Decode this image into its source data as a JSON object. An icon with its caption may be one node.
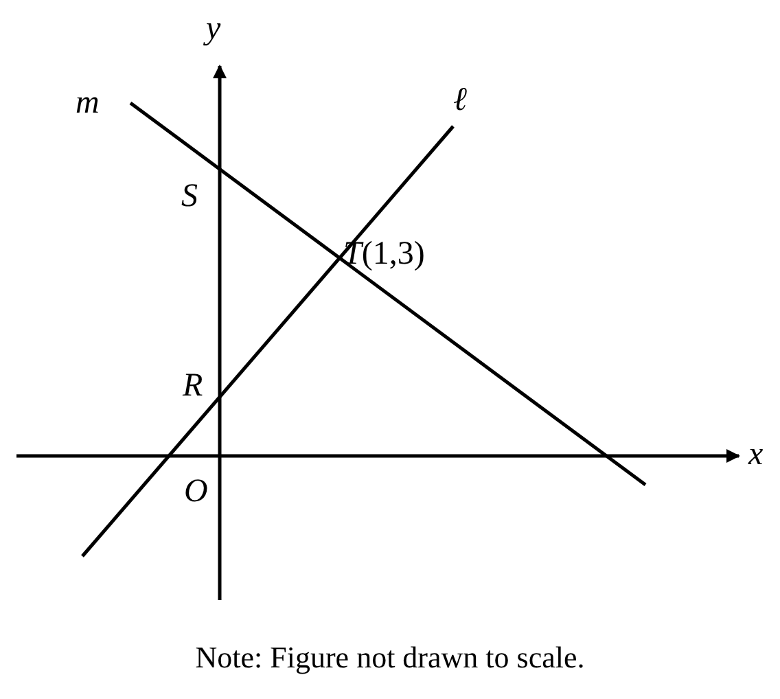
{
  "diagram": {
    "caption": "Note: Figure not drawn to scale.",
    "labels": [
      "y",
      "m",
      "ℓ",
      "S",
      "*T*(1,3)",
      "R",
      "x",
      "O"
    ]
  }
}
